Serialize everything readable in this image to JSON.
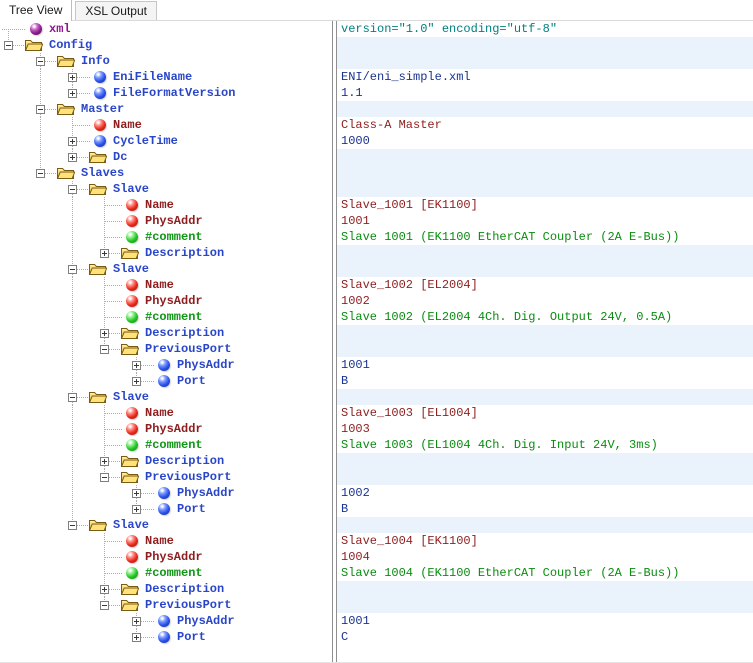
{
  "tabs": [
    {
      "label": "Tree View",
      "active": true
    },
    {
      "label": "XSL Output",
      "active": false
    }
  ],
  "colors": {
    "container_row_bg": "#EAF3FC",
    "element_text": "#2946C8",
    "element_value": "#1A3390",
    "attribute_text": "#8E1E1E",
    "comment_text": "#0E9712",
    "pi_name": "#8E188E",
    "pi_value": "#008080",
    "tree_lines": "#ABABAB",
    "splitter": "#8F8F8F"
  },
  "tree": {
    "rows": [
      {
        "label": "xml",
        "depth": 0,
        "icon": "pi",
        "exp": null,
        "above": false,
        "below": true,
        "guides": [],
        "value": "version=\"1.0\" encoding=\"utf-8\"",
        "container": false
      },
      {
        "label": "Config",
        "depth": 0,
        "icon": "folder",
        "exp": "minus",
        "above": true,
        "below": false,
        "guides": [],
        "value": "",
        "container": true
      },
      {
        "label": "Info",
        "depth": 1,
        "icon": "folder",
        "exp": "minus",
        "above": true,
        "below": true,
        "guides": [],
        "value": "",
        "container": true
      },
      {
        "label": "EniFileName",
        "depth": 2,
        "icon": "element",
        "exp": "plus",
        "above": true,
        "below": true,
        "guides": [
          1
        ],
        "value": "ENI/eni_simple.xml",
        "container": false
      },
      {
        "label": "FileFormatVersion",
        "depth": 2,
        "icon": "element",
        "exp": "plus",
        "above": true,
        "below": false,
        "guides": [
          1
        ],
        "value": "1.1",
        "container": false
      },
      {
        "label": "Master",
        "depth": 1,
        "icon": "folder",
        "exp": "minus",
        "above": true,
        "below": true,
        "guides": [],
        "value": "",
        "container": true
      },
      {
        "label": "Name",
        "depth": 2,
        "icon": "attribute",
        "exp": null,
        "above": true,
        "below": true,
        "guides": [
          1
        ],
        "value": "Class-A Master",
        "container": false
      },
      {
        "label": "CycleTime",
        "depth": 2,
        "icon": "element",
        "exp": "plus",
        "above": true,
        "below": true,
        "guides": [
          1
        ],
        "value": "1000",
        "container": false
      },
      {
        "label": "Dc",
        "depth": 2,
        "icon": "folder",
        "exp": "plus",
        "above": true,
        "below": false,
        "guides": [
          1
        ],
        "value": "",
        "container": true
      },
      {
        "label": "Slaves",
        "depth": 1,
        "icon": "folder",
        "exp": "minus",
        "above": true,
        "below": false,
        "guides": [],
        "value": "",
        "container": true
      },
      {
        "label": "Slave",
        "depth": 2,
        "icon": "folder",
        "exp": "minus",
        "above": true,
        "below": true,
        "guides": [],
        "value": "",
        "container": true
      },
      {
        "label": "Name",
        "depth": 3,
        "icon": "attribute",
        "exp": null,
        "above": true,
        "below": true,
        "guides": [
          2
        ],
        "value": "Slave_1001 [EK1100]",
        "container": false
      },
      {
        "label": "PhysAddr",
        "depth": 3,
        "icon": "attribute",
        "exp": null,
        "above": true,
        "below": true,
        "guides": [
          2
        ],
        "value": "1001",
        "container": false
      },
      {
        "label": "#comment",
        "depth": 3,
        "icon": "comment",
        "exp": null,
        "above": true,
        "below": true,
        "guides": [
          2
        ],
        "value": "Slave 1001 (EK1100 EtherCAT Coupler (2A E-Bus))",
        "container": false
      },
      {
        "label": "Description",
        "depth": 3,
        "icon": "folder",
        "exp": "plus",
        "above": true,
        "below": false,
        "guides": [
          2
        ],
        "value": "",
        "container": true
      },
      {
        "label": "Slave",
        "depth": 2,
        "icon": "folder",
        "exp": "minus",
        "above": true,
        "below": true,
        "guides": [],
        "value": "",
        "container": true
      },
      {
        "label": "Name",
        "depth": 3,
        "icon": "attribute",
        "exp": null,
        "above": true,
        "below": true,
        "guides": [
          2
        ],
        "value": "Slave_1002 [EL2004]",
        "container": false
      },
      {
        "label": "PhysAddr",
        "depth": 3,
        "icon": "attribute",
        "exp": null,
        "above": true,
        "below": true,
        "guides": [
          2
        ],
        "value": "1002",
        "container": false
      },
      {
        "label": "#comment",
        "depth": 3,
        "icon": "comment",
        "exp": null,
        "above": true,
        "below": true,
        "guides": [
          2
        ],
        "value": "Slave 1002 (EL2004 4Ch. Dig. Output 24V, 0.5A)",
        "container": false
      },
      {
        "label": "Description",
        "depth": 3,
        "icon": "folder",
        "exp": "plus",
        "above": true,
        "below": true,
        "guides": [
          2
        ],
        "value": "",
        "container": true
      },
      {
        "label": "PreviousPort",
        "depth": 3,
        "icon": "folder",
        "exp": "minus",
        "above": true,
        "below": false,
        "guides": [
          2
        ],
        "value": "",
        "container": true
      },
      {
        "label": "PhysAddr",
        "depth": 4,
        "icon": "element",
        "exp": "plus",
        "above": true,
        "below": true,
        "guides": [
          2
        ],
        "value": "1001",
        "container": false
      },
      {
        "label": "Port",
        "depth": 4,
        "icon": "element",
        "exp": "plus",
        "above": true,
        "below": false,
        "guides": [
          2
        ],
        "value": "B",
        "container": false
      },
      {
        "label": "Slave",
        "depth": 2,
        "icon": "folder",
        "exp": "minus",
        "above": true,
        "below": true,
        "guides": [],
        "value": "",
        "container": true
      },
      {
        "label": "Name",
        "depth": 3,
        "icon": "attribute",
        "exp": null,
        "above": true,
        "below": true,
        "guides": [
          2
        ],
        "value": "Slave_1003 [EL1004]",
        "container": false
      },
      {
        "label": "PhysAddr",
        "depth": 3,
        "icon": "attribute",
        "exp": null,
        "above": true,
        "below": true,
        "guides": [
          2
        ],
        "value": "1003",
        "container": false
      },
      {
        "label": "#comment",
        "depth": 3,
        "icon": "comment",
        "exp": null,
        "above": true,
        "below": true,
        "guides": [
          2
        ],
        "value": "Slave 1003 (EL1004 4Ch. Dig. Input 24V, 3ms)",
        "container": false
      },
      {
        "label": "Description",
        "depth": 3,
        "icon": "folder",
        "exp": "plus",
        "above": true,
        "below": true,
        "guides": [
          2
        ],
        "value": "",
        "container": true
      },
      {
        "label": "PreviousPort",
        "depth": 3,
        "icon": "folder",
        "exp": "minus",
        "above": true,
        "below": false,
        "guides": [
          2
        ],
        "value": "",
        "container": true
      },
      {
        "label": "PhysAddr",
        "depth": 4,
        "icon": "element",
        "exp": "plus",
        "above": true,
        "below": true,
        "guides": [
          2
        ],
        "value": "1002",
        "container": false
      },
      {
        "label": "Port",
        "depth": 4,
        "icon": "element",
        "exp": "plus",
        "above": true,
        "below": false,
        "guides": [
          2
        ],
        "value": "B",
        "container": false
      },
      {
        "label": "Slave",
        "depth": 2,
        "icon": "folder",
        "exp": "minus",
        "above": true,
        "below": false,
        "guides": [],
        "value": "",
        "container": true
      },
      {
        "label": "Name",
        "depth": 3,
        "icon": "attribute",
        "exp": null,
        "above": true,
        "below": true,
        "guides": [],
        "value": "Slave_1004 [EK1100]",
        "container": false
      },
      {
        "label": "PhysAddr",
        "depth": 3,
        "icon": "attribute",
        "exp": null,
        "above": true,
        "below": true,
        "guides": [],
        "value": "1004",
        "container": false
      },
      {
        "label": "#comment",
        "depth": 3,
        "icon": "comment",
        "exp": null,
        "above": true,
        "below": true,
        "guides": [],
        "value": "Slave 1004 (EK1100 EtherCAT Coupler (2A E-Bus))",
        "container": false
      },
      {
        "label": "Description",
        "depth": 3,
        "icon": "folder",
        "exp": "plus",
        "above": true,
        "below": true,
        "guides": [],
        "value": "",
        "container": true
      },
      {
        "label": "PreviousPort",
        "depth": 3,
        "icon": "folder",
        "exp": "minus",
        "above": true,
        "below": false,
        "guides": [],
        "value": "",
        "container": true
      },
      {
        "label": "PhysAddr",
        "depth": 4,
        "icon": "element",
        "exp": "plus",
        "above": true,
        "below": true,
        "guides": [],
        "value": "1001",
        "container": false
      },
      {
        "label": "Port",
        "depth": 4,
        "icon": "element",
        "exp": "plus",
        "above": true,
        "below": false,
        "guides": [],
        "value": "C",
        "container": false
      }
    ]
  }
}
